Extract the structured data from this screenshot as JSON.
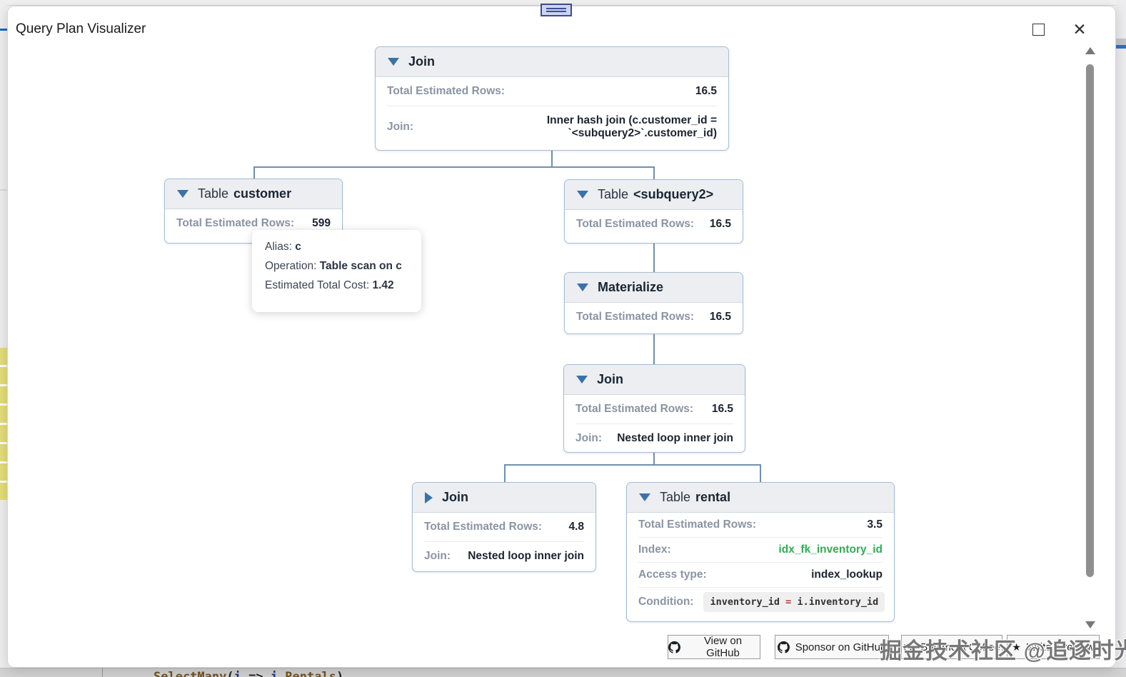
{
  "window": {
    "title": "Query Plan Visualizer",
    "close_glyph": "✕"
  },
  "labels": {
    "total_rows": "Total Estimated Rows:",
    "join": "Join:",
    "index": "Index:",
    "access_type": "Access type:",
    "condition": "Condition:",
    "table_kind": "Table"
  },
  "nodes": {
    "join_top": {
      "title": "Join",
      "total_rows": "16.5",
      "join_value": "Inner hash join (c.customer_id = `<subquery2>`.customer_id)"
    },
    "table_customer": {
      "name": "customer",
      "total_rows": "599"
    },
    "table_subquery2": {
      "name": "<subquery2>",
      "total_rows": "16.5"
    },
    "materialize": {
      "title": "Materialize",
      "total_rows": "16.5"
    },
    "join_mid": {
      "title": "Join",
      "total_rows": "16.5",
      "join_value": "Nested loop inner join"
    },
    "join_left_collapsed": {
      "title": "Join",
      "total_rows": "4.8",
      "join_value": "Nested loop inner join"
    },
    "table_rental": {
      "name": "rental",
      "total_rows": "3.5",
      "index_value": "idx_fk_inventory_id",
      "access_value": "index_lookup",
      "condition_left": "inventory_id",
      "condition_op": "=",
      "condition_right": "i.inventory_id"
    }
  },
  "tooltip": {
    "alias_label": "Alias:",
    "alias_value": "c",
    "operation_label": "Operation:",
    "operation_value": "Table scan on c",
    "cost_label": "Estimated Total Cost:",
    "cost_value": "1.42"
  },
  "footer_buttons": {
    "view_github": "View on GitHub",
    "sponsor_github": "Sponsor on GitHub",
    "buy_coffee": "Buy me a Coffee",
    "write_review": "Write a review",
    "star_glyph": "★"
  },
  "watermark": "掘金技术社区 @追逐时光者",
  "editor_code": {
    "method": "SelectMany",
    "open_paren": "(",
    "param1": "i",
    "arrow": " => ",
    "param2": "i",
    "dot": ".",
    "prop": "Rentals",
    "close_paren": ")"
  },
  "colors": {
    "index_link_green": "#2fae52",
    "condition_operator_red": "#b23737",
    "node_triangle_blue": "#3a72a8",
    "node_border": "#a3bed9",
    "accent_blue_line": "#0f6cc4"
  }
}
